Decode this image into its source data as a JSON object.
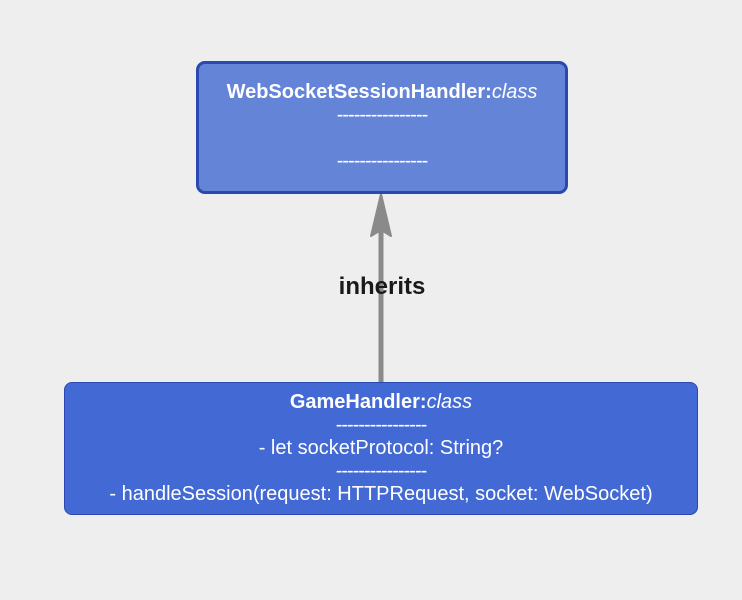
{
  "colors": {
    "background": "#eeeeee",
    "parent_fill": "#6484d8",
    "child_fill": "#4269d4",
    "border": "#2a48b0",
    "arrow": "#8a8a8a",
    "text": "#ffffff"
  },
  "parent": {
    "name": "WebSocketSessionHandler:",
    "kind": "class",
    "separator_1": "----------------",
    "separator_2": "----------------"
  },
  "child": {
    "name": "GameHandler:",
    "kind": "class",
    "separator_1": "----------------",
    "attribute": "- let socketProtocol: String?",
    "separator_2": "----------------",
    "method": "- handleSession(request: HTTPRequest, socket: WebSocket)"
  },
  "edge": {
    "label": "inherits"
  }
}
